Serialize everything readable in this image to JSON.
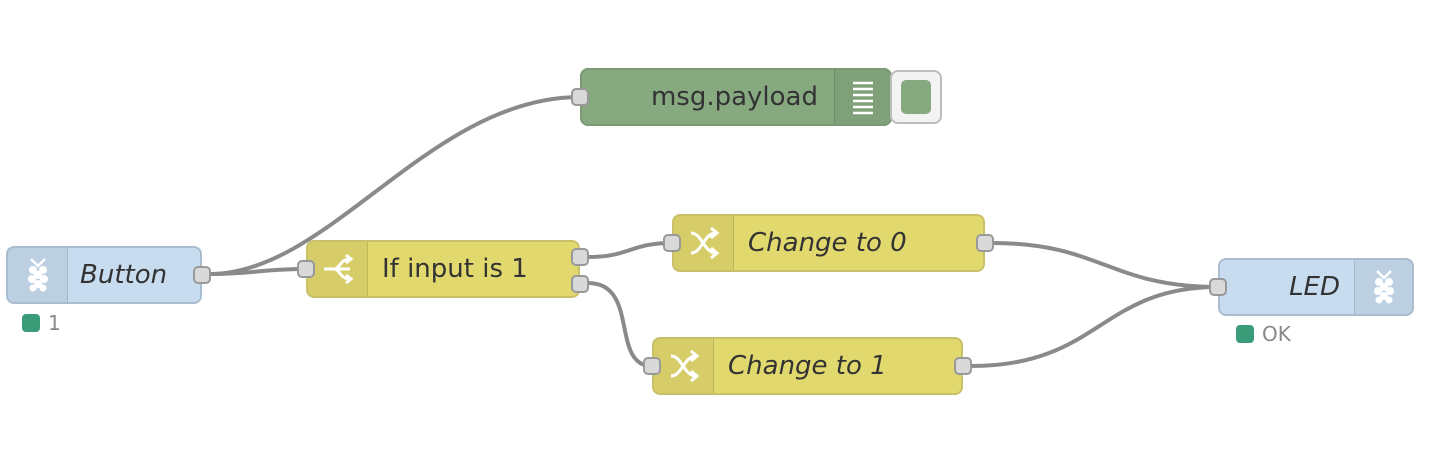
{
  "nodes": {
    "button": {
      "label": "Button",
      "status": "1",
      "icon": "raspberry-pi-icon"
    },
    "switch": {
      "label": "If input is 1",
      "icon": "switch-icon"
    },
    "change0": {
      "label": "Change to 0",
      "icon": "shuffle-icon"
    },
    "change1": {
      "label": "Change to 1",
      "icon": "shuffle-icon"
    },
    "led": {
      "label": "LED",
      "status": "OK",
      "icon": "raspberry-pi-icon"
    },
    "debug": {
      "label": "msg.payload",
      "icon": "list-lines-icon"
    }
  },
  "colors": {
    "rpi": "#c7dcef",
    "function": "#e2d96e",
    "debug": "#87a980",
    "wire": "#888888",
    "status": "#3a9c78"
  }
}
